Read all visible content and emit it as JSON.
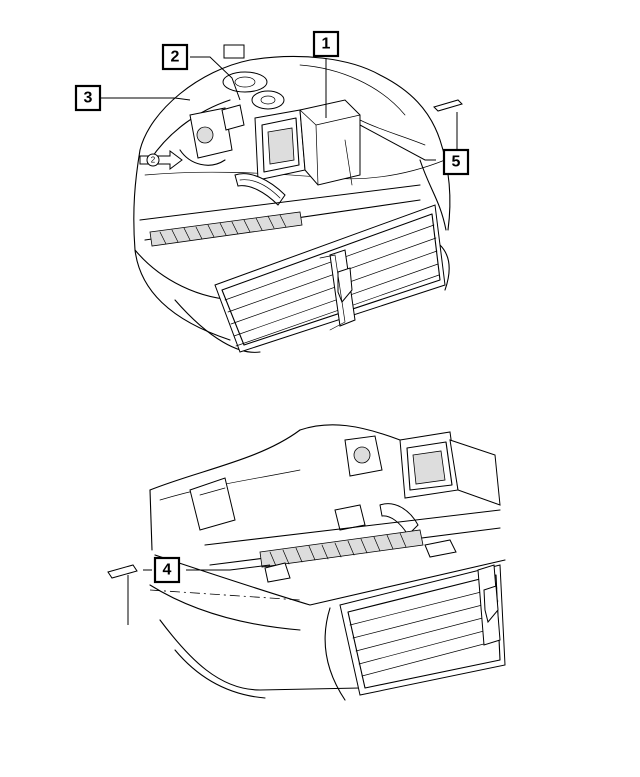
{
  "diagram": {
    "callouts": [
      {
        "id": "1",
        "label": "1"
      },
      {
        "id": "2",
        "label": "2"
      },
      {
        "id": "3",
        "label": "3"
      },
      {
        "id": "4",
        "label": "4"
      },
      {
        "id": "5",
        "label": "5"
      }
    ],
    "arrow_marker": "2"
  }
}
